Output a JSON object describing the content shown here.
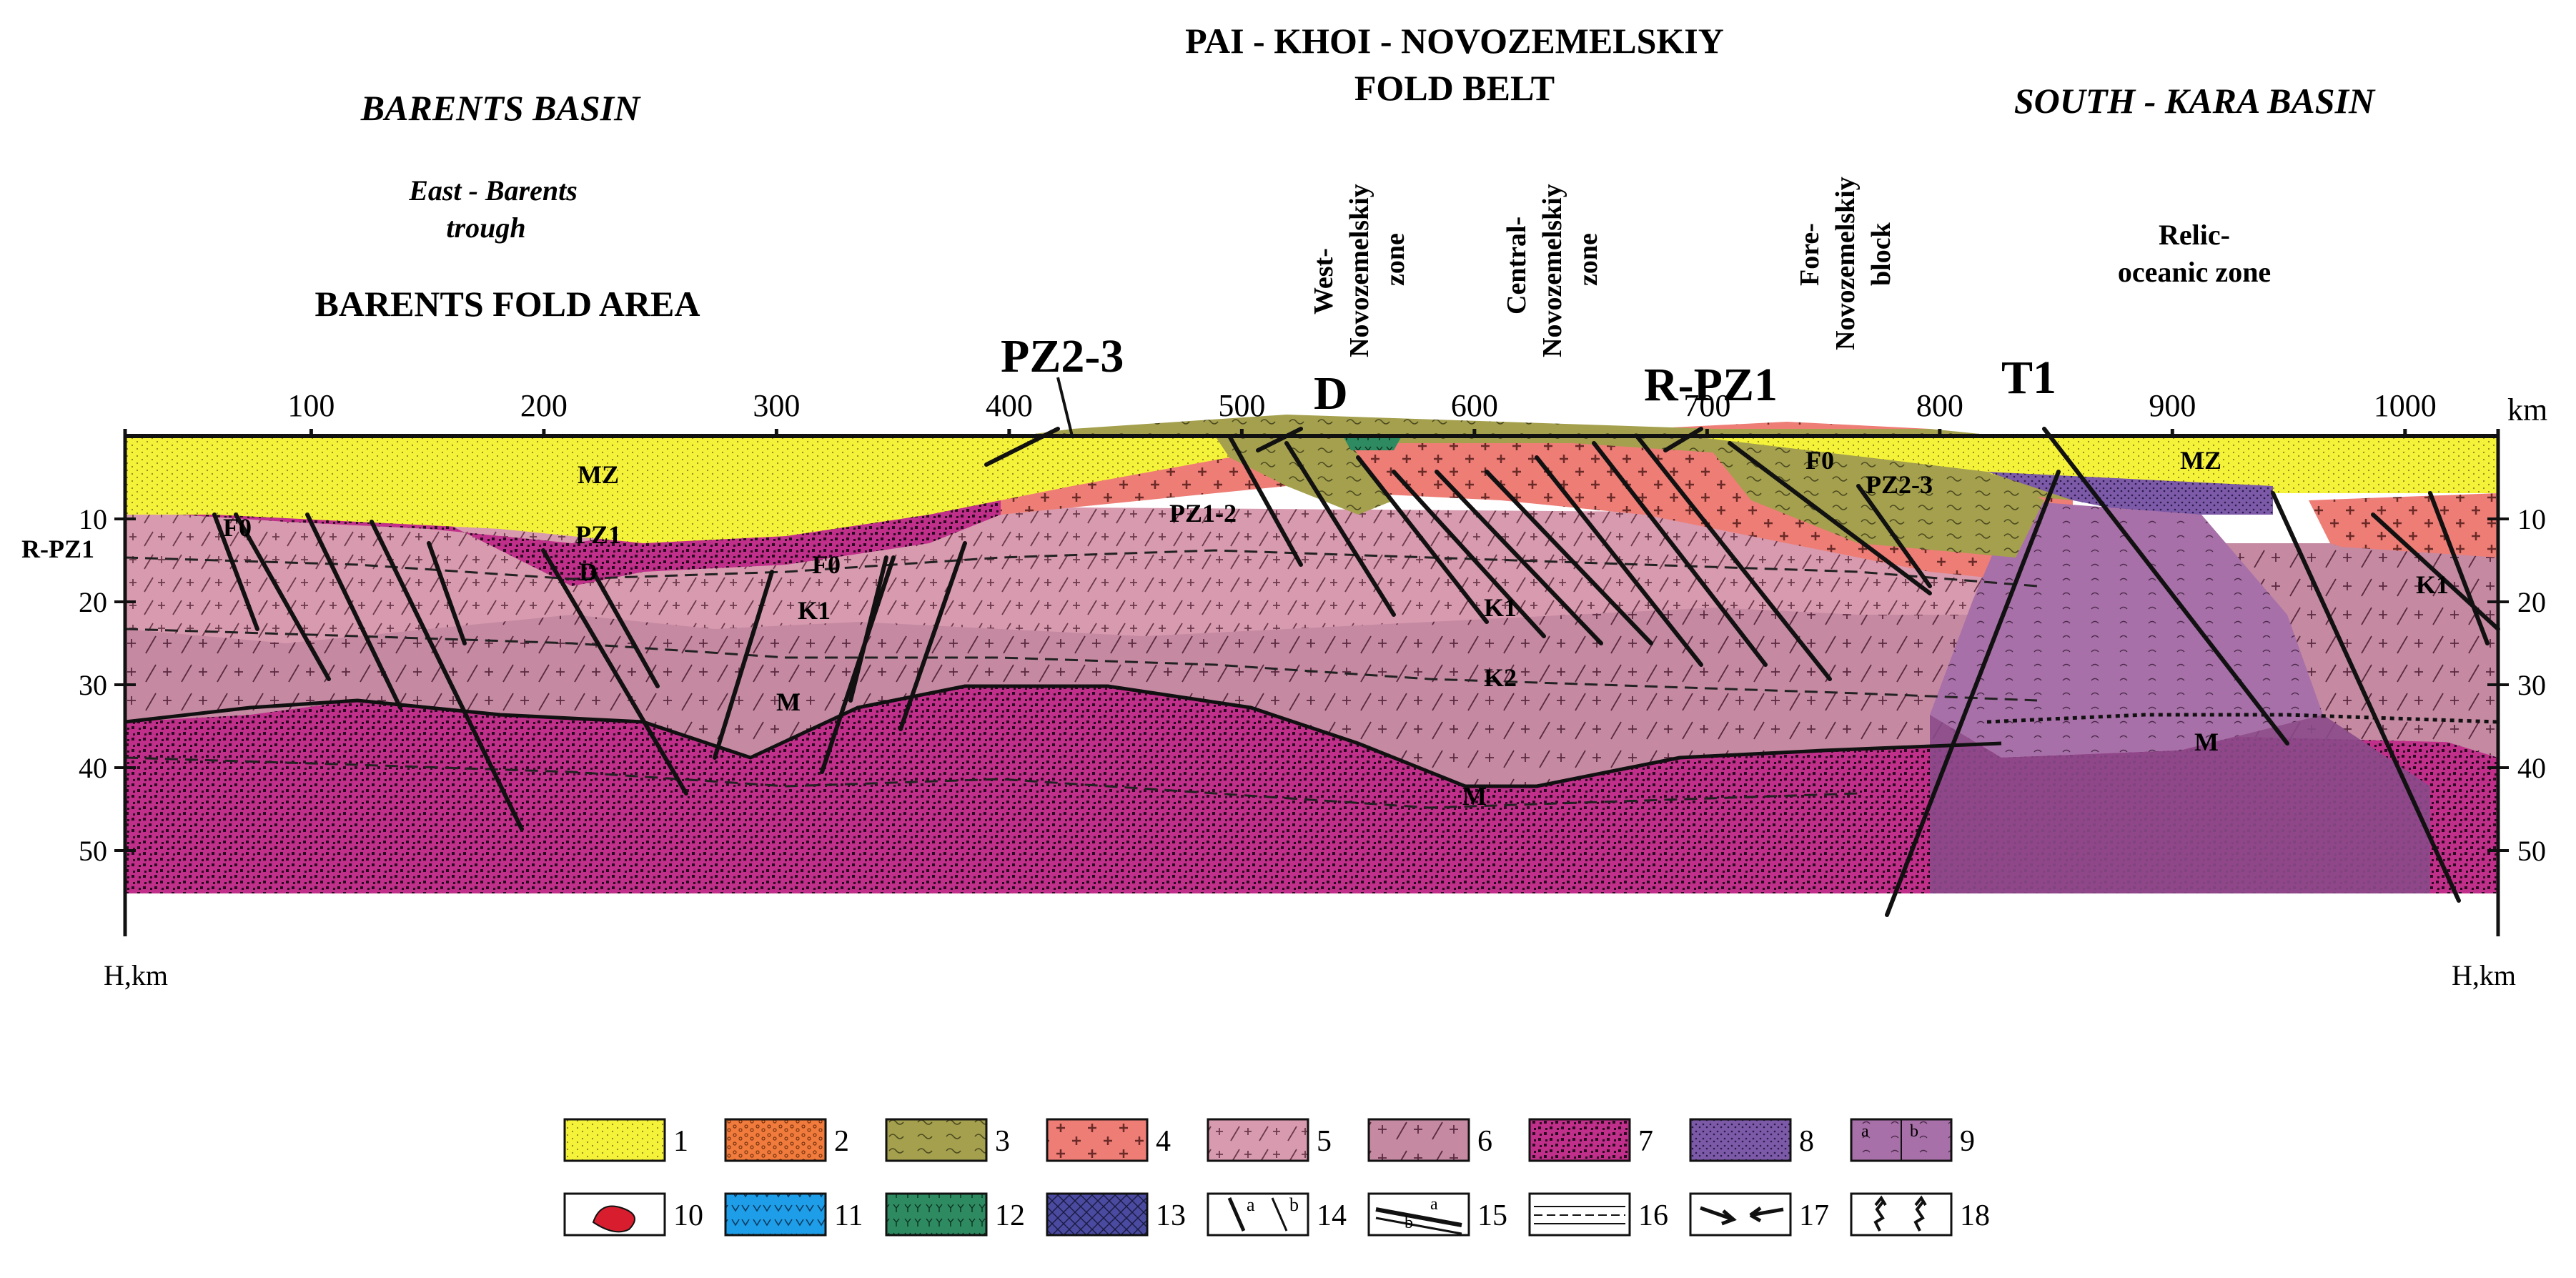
{
  "titles": {
    "barents_basin": "BARENTS  BASIN",
    "east_barents": [
      "East - Barents",
      "trough"
    ],
    "barents_fold": "BARENTS  FOLD  AREA",
    "paikhoi": [
      "PAI - KHOI - NOVOZEMELSKIY",
      "FOLD BELT"
    ],
    "south_kara": "SOUTH - KARA   BASIN",
    "relic": [
      "Relic-",
      "oceanic zone"
    ]
  },
  "zones": {
    "west": [
      "West-",
      "Novozemelskiy",
      "zone"
    ],
    "central": [
      "Central-",
      "Novozemelskiy",
      "zone"
    ],
    "fore": [
      "Fore-",
      "Novozemelskiy",
      "block"
    ]
  },
  "axis": {
    "x_unit": "km",
    "x_ticks": [
      "100",
      "200",
      "300",
      "400",
      "500",
      "600",
      "700",
      "800",
      "900",
      "1000"
    ],
    "y_ticks": [
      "10",
      "20",
      "30",
      "40",
      "50"
    ],
    "y_label": "H,km"
  },
  "labels": {
    "pz23_top": "PZ2-3",
    "d_top": "D",
    "rpz1_top": "R-PZ1",
    "t1_top": "T1",
    "mz_left": "MZ",
    "pz1_left": "PZ1",
    "d_left": "D",
    "f0_left": "F0",
    "f0_mid": "F0",
    "k1_left": "K1",
    "m_left": "M",
    "pz12": "PZ1-2",
    "k1_mid": "K1",
    "k2_mid": "K2",
    "m_mid": "M",
    "f0_right": "F0",
    "pz23_right": "PZ2-3",
    "mz_right": "MZ",
    "k1_right": "K1",
    "m_right": "M",
    "rpz1_side": "R-PZ1"
  },
  "legend": {
    "items": [
      "1",
      "2",
      "3",
      "4",
      "5",
      "6",
      "7",
      "8",
      "9",
      "10",
      "11",
      "12",
      "13",
      "14",
      "15",
      "16",
      "17",
      "18"
    ],
    "sub_a": "a",
    "sub_b": "b"
  },
  "colors": {
    "yellow": "#f5f23a",
    "orange": "#f07b3c",
    "olive": "#a4a04d",
    "salmon": "#ee7d76",
    "pink_light": "#d89aae",
    "pink_mid": "#c58aa2",
    "magenta": "#c0308a",
    "purple_dot": "#7c5aa8",
    "violet": "#a870a8",
    "blue": "#1e9ee8",
    "green": "#2e8a60",
    "navy": "#4a4aa0",
    "deep_purple": "#6c3c76"
  }
}
